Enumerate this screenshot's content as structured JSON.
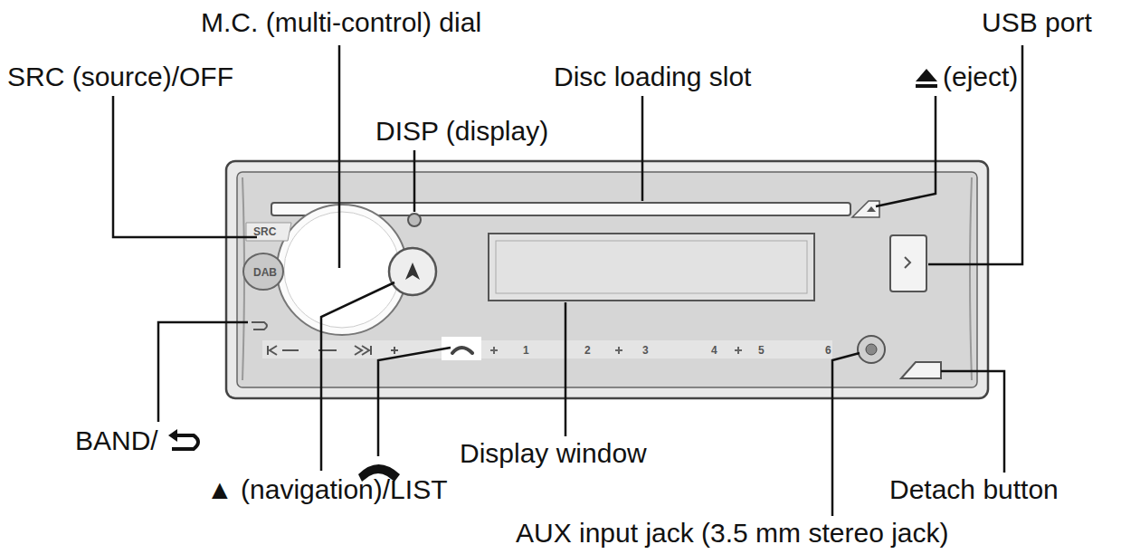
{
  "diagram": {
    "labels": [
      "M.C. (multi-control) dial",
      "USB port",
      "SRC (source)/OFF",
      "Disc loading slot",
      "(eject)",
      "DISP (display)",
      "BAND/",
      "Display window",
      "▲ (navigation)/LIST",
      "Detach button",
      "AUX input jack (3.5 mm stereo jack)",
      "SRC",
      "DAB",
      "1",
      "2",
      "3",
      "4",
      "5",
      "6"
    ]
  }
}
